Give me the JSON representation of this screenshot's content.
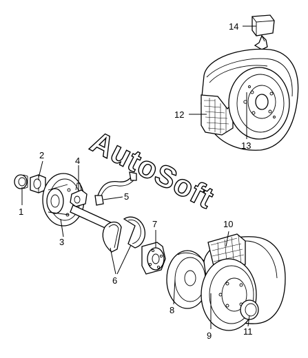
{
  "watermark": "AutoSoft",
  "callouts": [
    {
      "id": "1",
      "text": "1"
    },
    {
      "id": "2",
      "text": "2"
    },
    {
      "id": "3",
      "text": "3"
    },
    {
      "id": "4",
      "text": "4"
    },
    {
      "id": "5",
      "text": "5"
    },
    {
      "id": "6",
      "text": "6"
    },
    {
      "id": "7",
      "text": "7"
    },
    {
      "id": "8",
      "text": "8"
    },
    {
      "id": "9",
      "text": "9"
    },
    {
      "id": "10",
      "text": "10"
    },
    {
      "id": "11",
      "text": "11"
    },
    {
      "id": "12",
      "text": "12"
    },
    {
      "id": "13",
      "text": "13"
    },
    {
      "id": "14",
      "text": "14"
    }
  ]
}
